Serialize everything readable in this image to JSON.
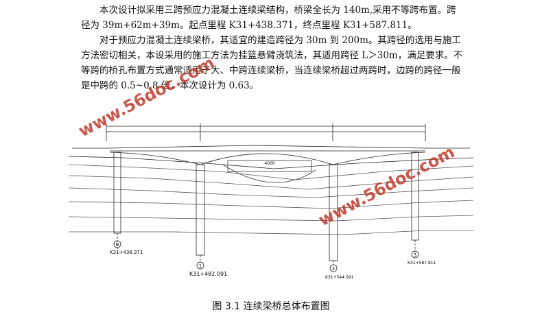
{
  "paragraphs": [
    "本次设计拟采用三跨预应力混凝土连续梁结构，桥梁全长为 140m,采用不等跨布置。跨径为 39m+62m+39m。起点里程 K31+438.371，终点里程 K31+587.811。",
    "对于预应力混凝土连续梁桥，其适宜的建造跨径为 30m 到 200m。其跨径的选用与施工方法密切相关，本设采用的施工方法为挂篮悬臂浇筑法，其适用跨径 L＞30m，满足要求。不等跨的桥孔布置方式通常适用于大、中跨连续梁桥，当连续梁桥超过两跨时，边跨的跨径一般是中跨的 0.5~0.8 倍，本次设计为 0.63。"
  ],
  "figure": {
    "pier_labels": [
      "K31+438.371",
      "K31+482.091",
      "K31+544.091",
      "K31+587.811"
    ],
    "pier_numbers": [
      "0",
      "1",
      "2",
      "3"
    ],
    "span_label": "4000"
  },
  "caption": "图 3.1 连续梁桥总体布置图",
  "watermark": "www.56doc.com",
  "colors": {
    "watermark": "#c0392b",
    "line": "#222222"
  }
}
